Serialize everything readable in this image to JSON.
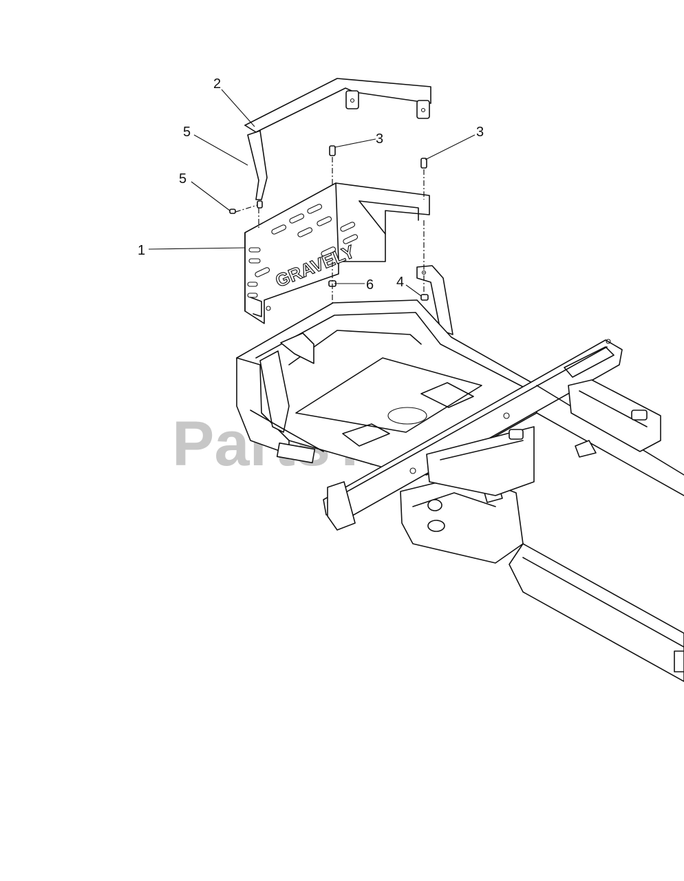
{
  "watermark": {
    "text": "PartsTree",
    "tm": "™"
  },
  "plate_text": "GRAVELY",
  "callouts": [
    {
      "id": "1",
      "label": "1"
    },
    {
      "id": "2",
      "label": "2"
    },
    {
      "id": "3a",
      "label": "3"
    },
    {
      "id": "3b",
      "label": "3"
    },
    {
      "id": "4",
      "label": "4"
    },
    {
      "id": "5a",
      "label": "5"
    },
    {
      "id": "5b",
      "label": "5"
    },
    {
      "id": "6",
      "label": "6"
    }
  ]
}
